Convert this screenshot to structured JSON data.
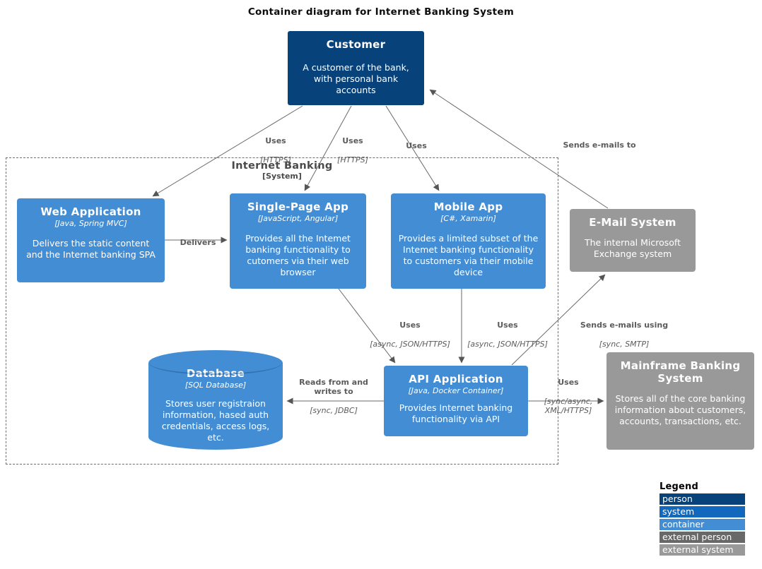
{
  "title": "Container diagram for Internet Banking System",
  "boundary": {
    "name": "Internet Banking",
    "type": "[System]"
  },
  "nodes": {
    "customer": {
      "title": "Customer",
      "description": "A customer of the bank, with personal bank accounts"
    },
    "web_app": {
      "title": "Web Application",
      "tech": "[Java, Spring MVC]",
      "description": "Delivers the static content and the Internet banking SPA"
    },
    "spa": {
      "title": "Single-Page App",
      "tech": "[JavaScript, Angular]",
      "description": "Provides all the Intemet banking functionality to cutomers via their web browser"
    },
    "mobile_app": {
      "title": "Mobile App",
      "tech": "[C#, Xamarin]",
      "description": "Provides a limited subset of the Intemet banking functionality to customers via their mobile device"
    },
    "email_system": {
      "title": "E-Mail System",
      "description": "The internal Microsoft Exchange system"
    },
    "database": {
      "title": "Database",
      "tech": "[SQL Database]",
      "description": "Stores user registraion information, hased auth credentials, access logs, etc."
    },
    "api_app": {
      "title": "API Application",
      "tech": "[Java, Docker Container]",
      "description": "Provides Internet banking functionality via API"
    },
    "mainframe": {
      "title": "Mainframe Banking System",
      "description": "Stores all of the core banking information about customers, accounts, transactions, etc."
    }
  },
  "edges": {
    "customer_webapp": {
      "label": "Uses",
      "tech": "[HTTPS]"
    },
    "customer_spa": {
      "label": "Uses",
      "tech": "[HTTPS]"
    },
    "customer_mobile": {
      "label": "Uses",
      "tech": ""
    },
    "email_customer": {
      "label": "Sends e-mails to",
      "tech": ""
    },
    "webapp_spa": {
      "label": "Delivers",
      "tech": ""
    },
    "spa_api": {
      "label": "Uses",
      "tech": "[async, JSON/HTTPS]"
    },
    "mobile_api": {
      "label": "Uses",
      "tech": "[async, JSON/HTTPS]"
    },
    "api_email": {
      "label": "Sends e-mails using",
      "tech": "[sync, SMTP]"
    },
    "api_database": {
      "label": "Reads from and\nwrites to",
      "tech": "[sync, JDBC]"
    },
    "api_mainframe": {
      "label": "Uses",
      "tech": "[sync/async,\nXML/HTTPS]"
    }
  },
  "legend": {
    "title": "Legend",
    "items": [
      {
        "label": "person",
        "color": "#08427b"
      },
      {
        "label": "system",
        "color": "#1168bd"
      },
      {
        "label": "container",
        "color": "#438dd5"
      },
      {
        "label": "external person",
        "color": "#686868"
      },
      {
        "label": "external system",
        "color": "#999999"
      }
    ]
  },
  "colors": {
    "person": "#08427b",
    "system": "#1168bd",
    "container": "#438dd5",
    "external_person": "#686868",
    "external_system": "#999999",
    "edge": "#6a6a6a"
  }
}
